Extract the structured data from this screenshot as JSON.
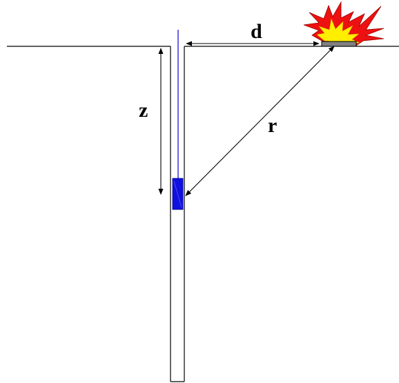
{
  "labels": {
    "horizontal_distance": "d",
    "depth": "z",
    "slant_distance": "r"
  },
  "icons": {
    "explosion": "explosion-burst-icon",
    "source_charge": "source-charge-icon",
    "receiver": "borehole-receiver-icon"
  },
  "colors": {
    "line": "#000000",
    "receiver": "#1010e0",
    "cable": "#0000cc",
    "burst_outer": "#ee1111",
    "burst_inner": "#ffee00",
    "charge": "#808080"
  }
}
